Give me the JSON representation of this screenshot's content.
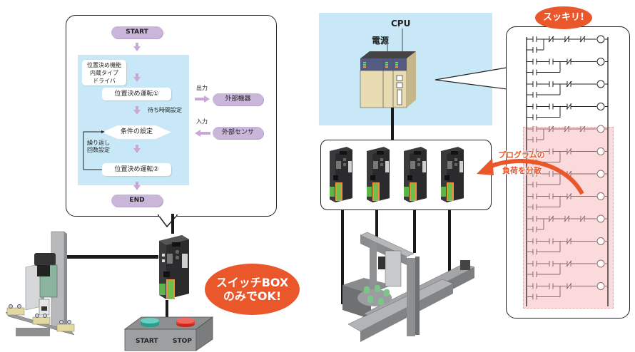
{
  "flowchart": {
    "start": "START",
    "end": "END",
    "driver_label_lines": [
      "位置決め機能",
      "内蔵タイプ",
      "ドライバ"
    ],
    "step1": "位置決め運転①",
    "wait_label": "待ち時間設定",
    "condition": "条件の設定",
    "repeat_label_lines": [
      "繰り返し",
      "回数設定"
    ],
    "step2": "位置決め運転②",
    "output_label": "出力",
    "output_target": "外部機器",
    "input_label": "入力",
    "input_source": "外部センサ"
  },
  "left_system": {
    "switch_box": {
      "start_button": "START",
      "stop_button": "STOP",
      "start_color": "#2a9d8f",
      "stop_color": "#e63b2e"
    },
    "badge_lines": [
      "スイッチBOX",
      "のみでOK!"
    ]
  },
  "right_system": {
    "cpu_label": "CPU",
    "power_label": "電源",
    "driver_count": 4,
    "load_text_lines": [
      "プログラムの",
      "負荷を分散"
    ],
    "badge": "スッキリ!",
    "ladder": {
      "top_rungs": 4,
      "highlighted_rungs": 8
    }
  },
  "colors": {
    "accent_orange": "#e9572b",
    "light_blue": "#c8e8f7",
    "lavender": "#c9b6d9",
    "pink_highlight": "#fadadb"
  }
}
